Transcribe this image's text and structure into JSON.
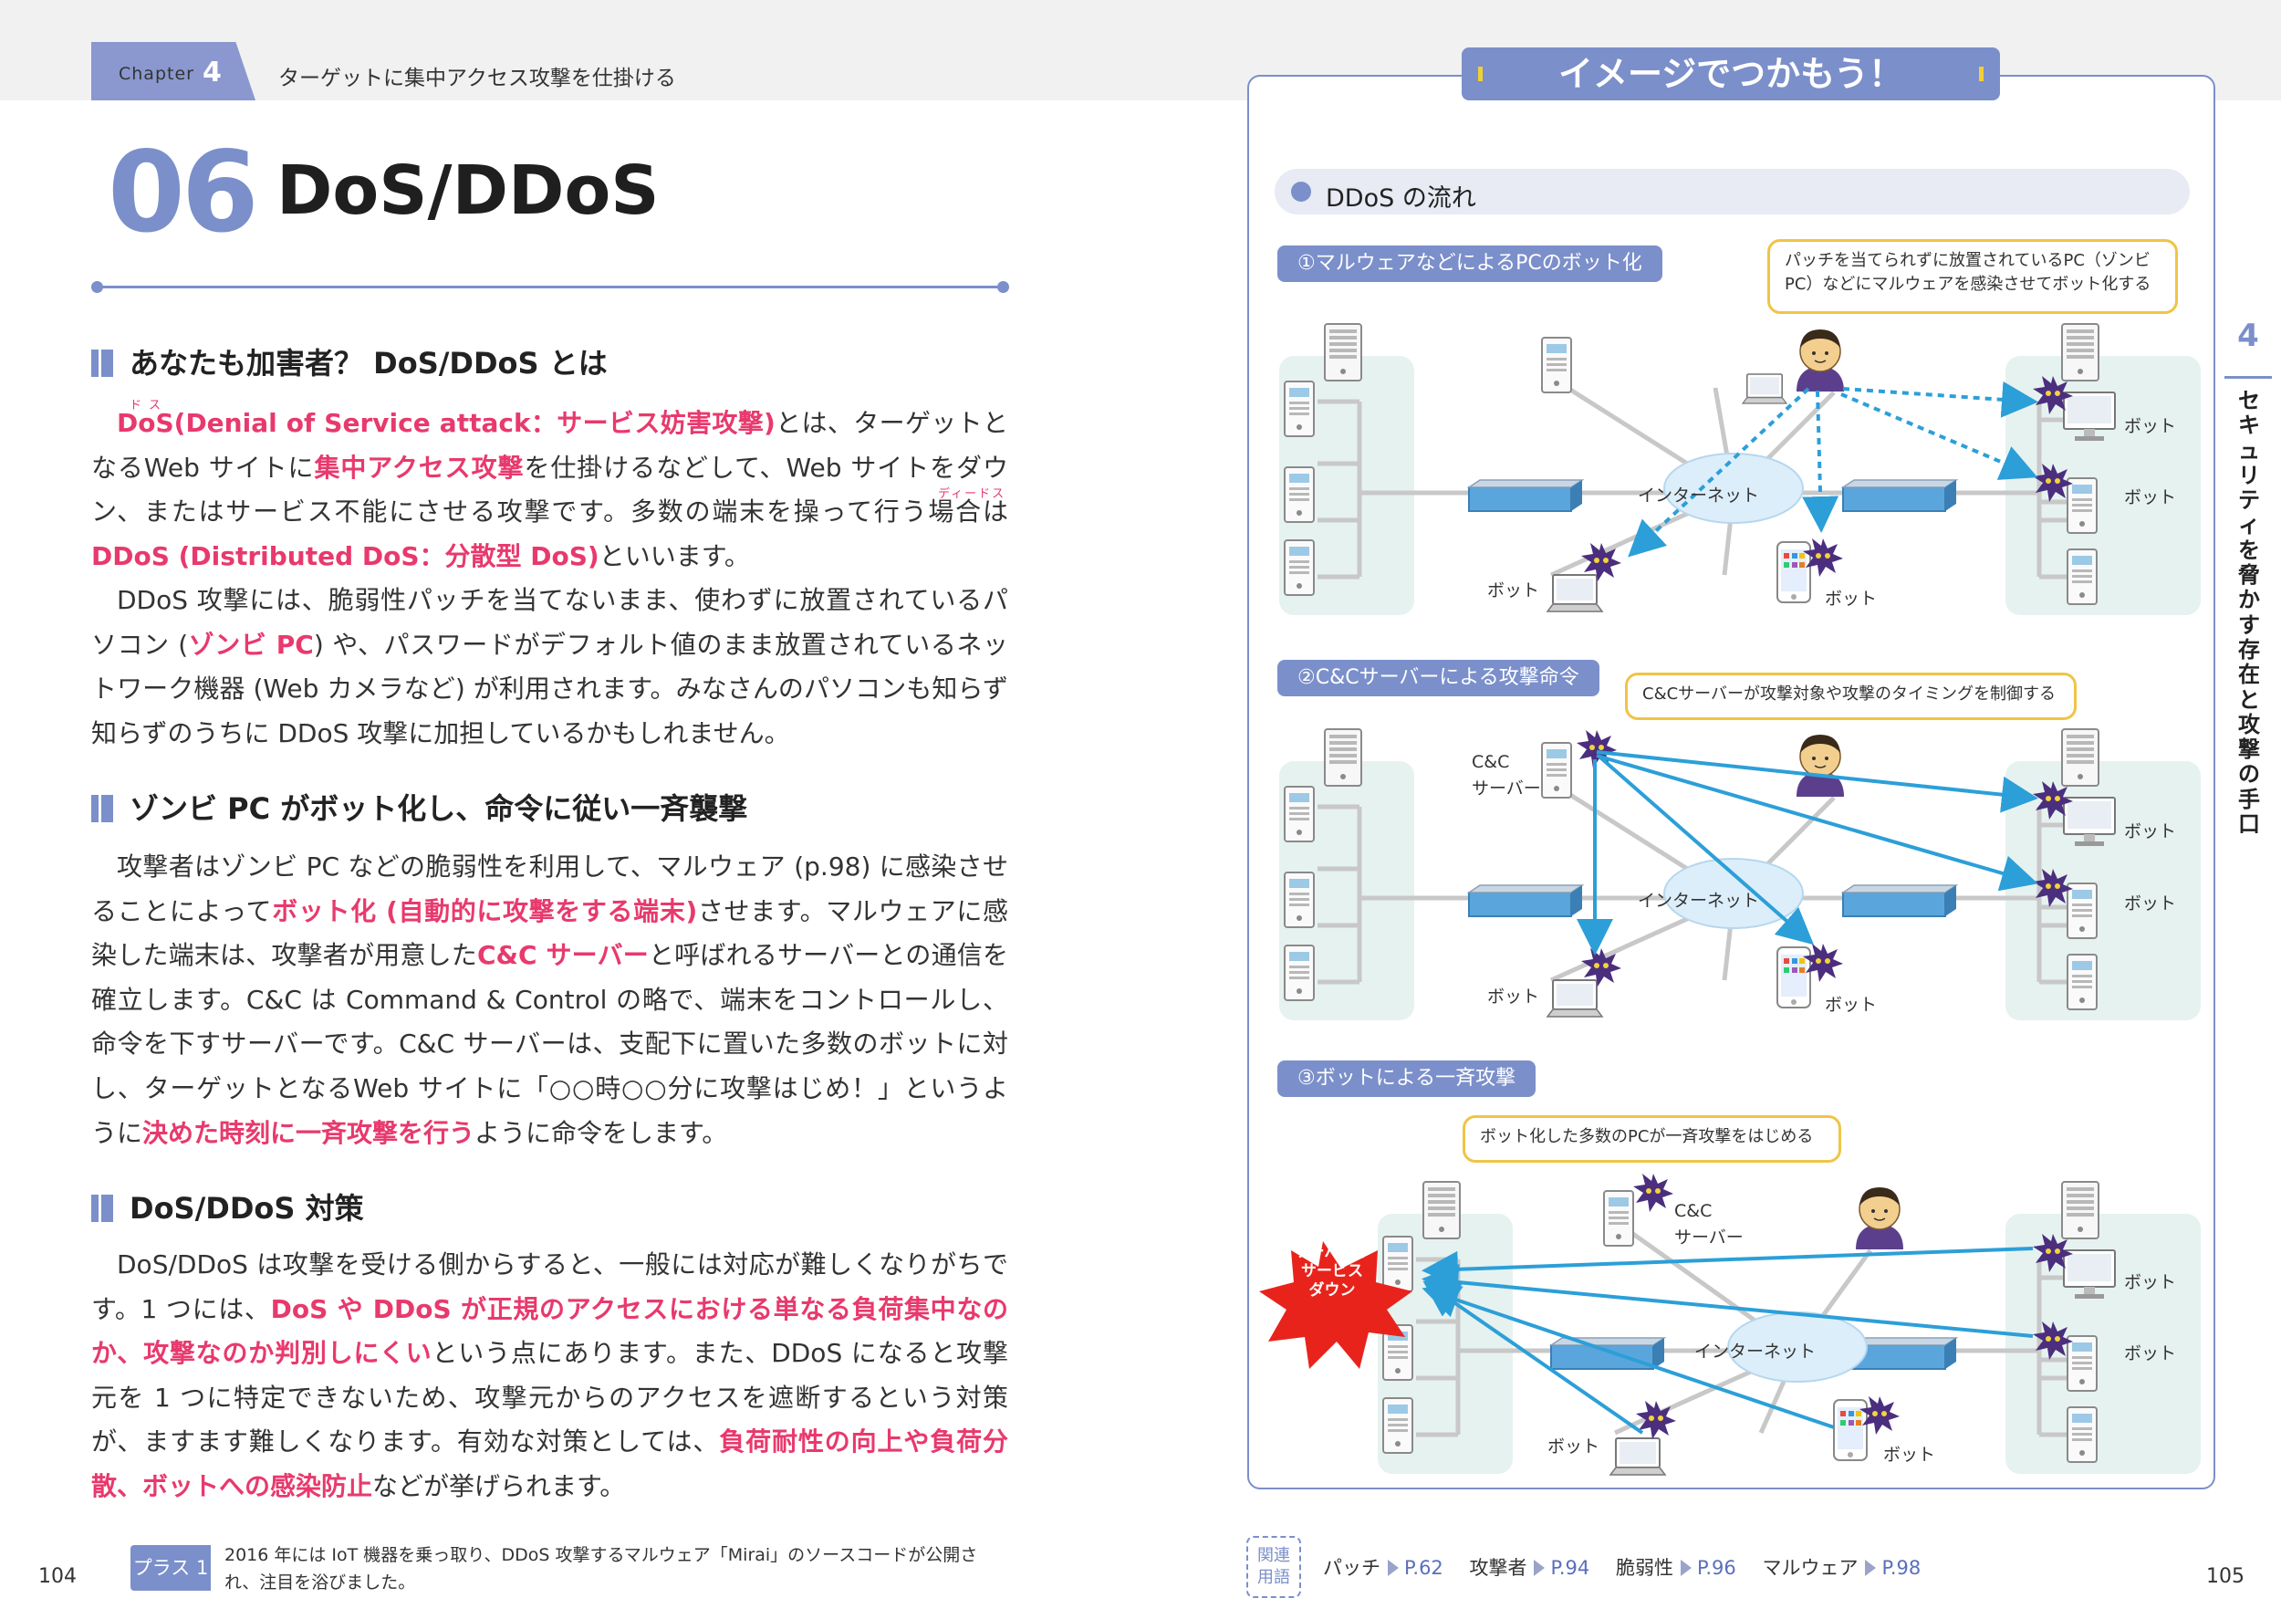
{
  "header": {
    "chapter_label": "Chapter",
    "chapter_number": "4",
    "title": "ターゲットに集中アクセス攻撃を仕掛ける"
  },
  "section": {
    "number": "06",
    "title": "DoS/DDoS"
  },
  "ruby": {
    "dos": "ドス",
    "ddos": "ディードス"
  },
  "body": {
    "h1": "あなたも加害者？ DoS/DDoS とは",
    "p1_a": "DoS(Denial of Service attack：サービス妨害攻撃)",
    "p1_b": "とは、ターゲットとなるWeb サイトに",
    "p1_c": "集中アクセス攻撃",
    "p1_d": "を仕掛けるなどして、Web サイトをダウン、またはサービス不能にさせる攻撃です。多数の端末を操って行う場合は",
    "p1_e": "DDoS (Distributed DoS：分散型 DoS)",
    "p1_f": "といいます。",
    "p2_a": "DDoS 攻撃には、脆弱性パッチを当てないまま、使わずに放置されているパソコン (",
    "p2_b": "ゾンビ PC",
    "p2_c": ") や、パスワードがデフォルト値のまま放置されているネットワーク機器 (Web カメラなど) が利用されます。みなさんのパソコンも知らず知らずのうちに DDoS 攻撃に加担しているかもしれません。",
    "h2": "ゾンビ PC がボット化し、命令に従い一斉襲撃",
    "p3_a": "攻撃者はゾンビ PC などの脆弱性を利用して、マルウェア (p.98) に感染させることによって",
    "p3_b": "ボット化 (自動的に攻撃をする端末)",
    "p3_c": "させます。マルウェアに感染した端末は、攻撃者が用意した",
    "p3_d": "C&C サーバー",
    "p3_e": "と呼ばれるサーバーとの通信を確立します。C&C は Command & Control の略で、端末をコントロールし、命令を下すサーバーです。C&C サーバーは、支配下に置いた多数のボットに対し、ターゲットとなるWeb サイトに「○○時○○分に攻撃はじめ！」というように",
    "p3_f": "決めた時刻に一斉攻撃を行う",
    "p3_g": "ように命令をします。",
    "h3": "DoS/DDoS 対策",
    "p4_a": "DoS/DDoS は攻撃を受ける側からすると、一般には対応が難しくなりがちです。1 つには、",
    "p4_b": "DoS や DDoS が正規のアクセスにおける単なる負荷集中なのか、攻撃なのか判別しにくい",
    "p4_c": "という点にあります。また、DDoS になると攻撃元を 1 つに特定できないため、攻撃元からのアクセスを遮断するという対策が、ますます難しくなります。有効な対策としては、",
    "p4_d": "負荷耐性の向上や負荷分散、ボットへの感染防止",
    "p4_e": "などが挙げられます。"
  },
  "footer": {
    "left_page": "104",
    "right_page": "105",
    "plus_label": "プラス 1",
    "plus_text": "2016 年には IoT 機器を乗っ取り、DDoS 攻撃するマルウェア「Mirai」のソースコードが公開され、注目を浴びました。",
    "related_label_1": "関連",
    "related_label_2": "用語",
    "related": [
      {
        "term": "パッチ",
        "page": "P.62"
      },
      {
        "term": "攻撃者",
        "page": "P.94"
      },
      {
        "term": "脆弱性",
        "page": "P.96"
      },
      {
        "term": "マルウェア",
        "page": "P.98"
      }
    ]
  },
  "panel": {
    "title": "イメージでつかもう！",
    "subtitle": "DDoS の流れ",
    "step1": "①マルウェアなどによるPCのボット化",
    "step2": "②C&Cサーバーによる攻撃命令",
    "step3": "③ボットによる一斉攻撃",
    "bubble1": "パッチを当てられずに放置されているPC（ゾンビPC）などにマルウェアを感染させてボット化する",
    "bubble2": "C&Cサーバーが攻撃対象や攻撃のタイミングを制御する",
    "bubble3": "ボット化した多数のPCが一斉攻撃をはじめる",
    "internet": "インターネット",
    "bot": "ボット",
    "cc_server_1": "C&C",
    "cc_server_2": "サーバー",
    "down_1": "サーバーや",
    "down_2": "サービス",
    "down_3": "ダウン"
  },
  "side_tab": {
    "number": "4",
    "text": "セキュリティを脅かす存在と攻撃の手口"
  },
  "colors": {
    "accent": "#7b8fca",
    "highlight": "#e8396d",
    "attack_arrow": "#2c9fd8",
    "bot": "#4b2f7e",
    "bubble_border": "#f0c445",
    "zone": "#e6f2ef",
    "explosion": "#e8231c"
  }
}
